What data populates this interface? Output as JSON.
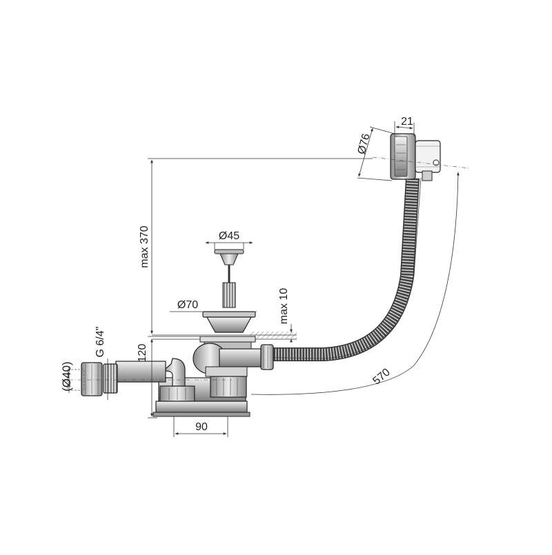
{
  "dimensions": {
    "d40": "(Ø40)",
    "g64": "G 6/4\"",
    "h120": "120",
    "w90": "90",
    "max370": "max 370",
    "d45": "Ø45",
    "d70": "Ø70",
    "max10": "max 10",
    "d76": "Ø76",
    "w21": "21",
    "len570": "570"
  },
  "colors": {
    "line": "#333333",
    "metal_dark": "#7a7a7a",
    "metal_mid": "#b0b0b0",
    "metal_light": "#e2e2e2"
  }
}
